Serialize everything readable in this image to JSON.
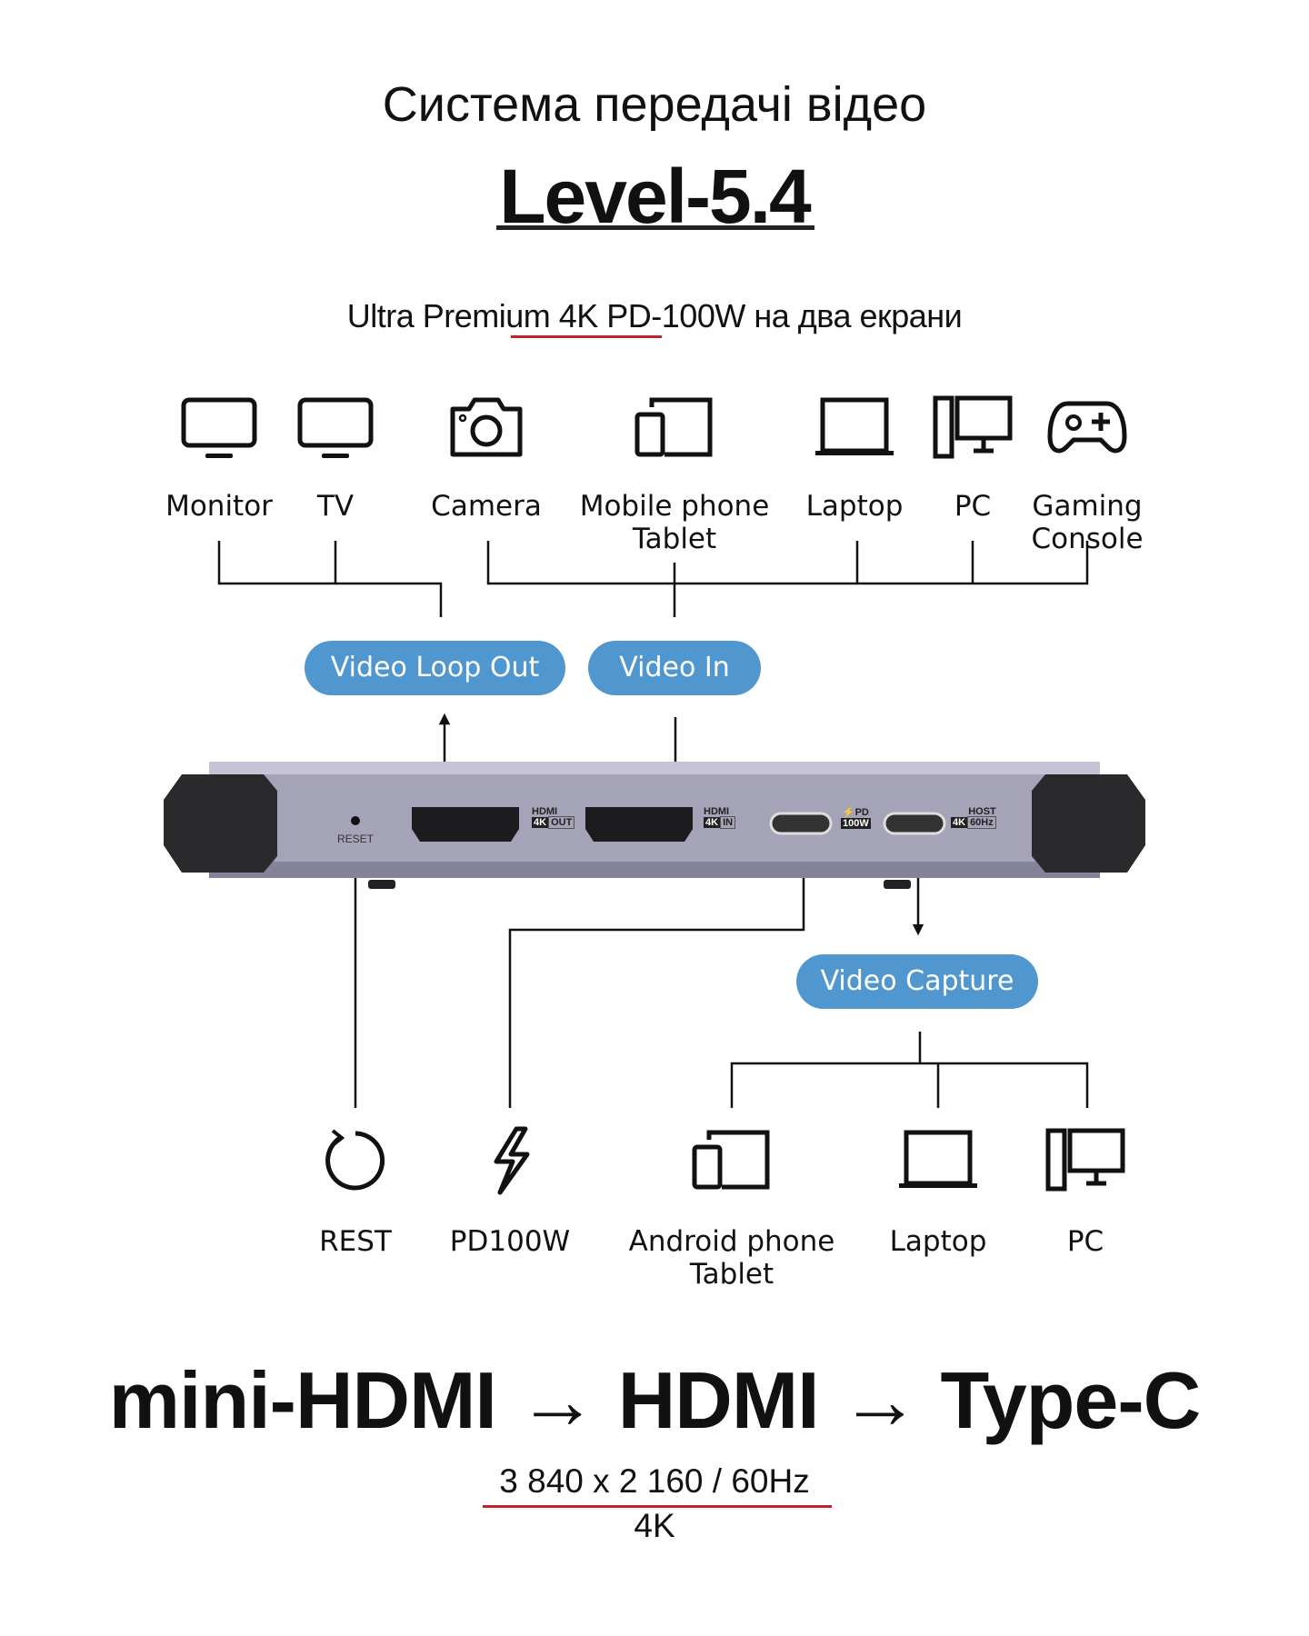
{
  "header": {
    "title": "Система передачі відео",
    "level": "Level-5.4",
    "subtitle": "Ultra Premium 4K PD-100W на два екрани"
  },
  "inputs": [
    {
      "label": "Monitor",
      "icon": "monitor-icon"
    },
    {
      "label": "TV",
      "icon": "tv-icon"
    },
    {
      "label": "Camera",
      "icon": "camera-icon"
    },
    {
      "label": "Mobile phone",
      "label2": "Tablet",
      "icon": "phone-tablet-icon"
    },
    {
      "label": "Laptop",
      "icon": "laptop-icon"
    },
    {
      "label": "PC",
      "icon": "pc-icon"
    },
    {
      "label": "Gaming",
      "label2": "Console",
      "icon": "gamepad-icon"
    }
  ],
  "pills": {
    "loop_out": "Video Loop Out",
    "video_in": "Video In",
    "capture": "Video Capture"
  },
  "device": {
    "reset": "RESET",
    "hdmi_out": {
      "name": "HDMI",
      "badge": "4K",
      "tag": "OUT"
    },
    "hdmi_in": {
      "name": "HDMI",
      "badge": "4K",
      "tag": "IN"
    },
    "pd": {
      "name": "⚡PD",
      "badge": "100W"
    },
    "host": {
      "name": "HOST",
      "badge": "4K",
      "tag": "60Hz"
    }
  },
  "outputs": [
    {
      "label": "REST",
      "icon": "reset-icon"
    },
    {
      "label": "PD100W",
      "icon": "lightning-icon"
    },
    {
      "label": "Android phone",
      "label2": "Tablet",
      "icon": "phone-tablet-icon"
    },
    {
      "label": "Laptop",
      "icon": "laptop-icon"
    },
    {
      "label": "PC",
      "icon": "pc-icon"
    }
  ],
  "footer": {
    "chain": "mini-HDMI → HDMI → Type-C",
    "resolution": "3 840 x 2 160 / 60Hz",
    "quality": "4K"
  },
  "colors": {
    "pill": "#5197cf",
    "underline_red": "#c8202a",
    "device": "#9a98ae"
  }
}
